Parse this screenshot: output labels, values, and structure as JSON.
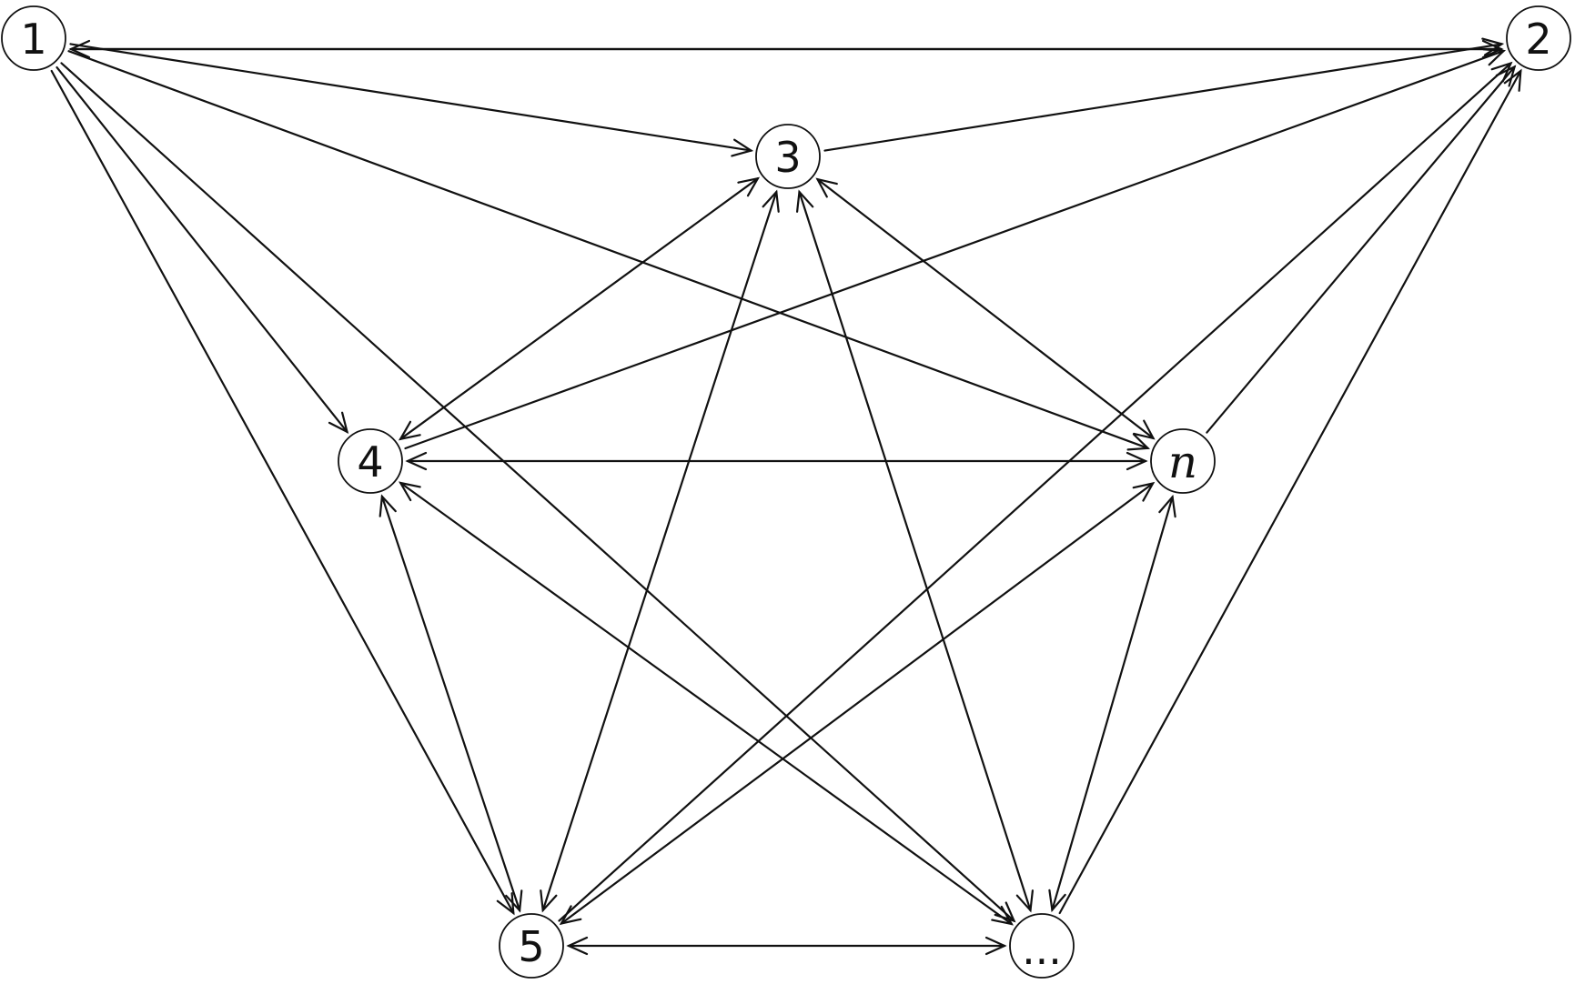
{
  "nodes": [
    {
      "id": "1",
      "label": "1",
      "italic": false
    },
    {
      "id": "2",
      "label": "2",
      "italic": false
    },
    {
      "id": "3",
      "label": "3",
      "italic": false
    },
    {
      "id": "4",
      "label": "4",
      "italic": false
    },
    {
      "id": "n",
      "label": "n",
      "italic": true
    },
    {
      "id": "5",
      "label": "5",
      "italic": false
    },
    {
      "id": "dots",
      "label": "...",
      "italic": false
    }
  ],
  "edges": [
    {
      "from": "2",
      "to": "1",
      "arrow": "end"
    },
    {
      "from": "1",
      "to": "2",
      "arrow": "end"
    },
    {
      "from": "1",
      "to": "3",
      "arrow": "end"
    },
    {
      "from": "1",
      "to": "4",
      "arrow": "end"
    },
    {
      "from": "1",
      "to": "n",
      "arrow": "end"
    },
    {
      "from": "1",
      "to": "5",
      "arrow": "end"
    },
    {
      "from": "1",
      "to": "dots",
      "arrow": "end"
    },
    {
      "from": "3",
      "to": "2",
      "arrow": "end"
    },
    {
      "from": "4",
      "to": "2",
      "arrow": "end"
    },
    {
      "from": "5",
      "to": "2",
      "arrow": "end"
    },
    {
      "from": "n",
      "to": "2",
      "arrow": "end"
    },
    {
      "from": "dots",
      "to": "2",
      "arrow": "end"
    },
    {
      "from": "3",
      "to": "4",
      "arrow": "both"
    },
    {
      "from": "3",
      "to": "5",
      "arrow": "both"
    },
    {
      "from": "3",
      "to": "dots",
      "arrow": "both"
    },
    {
      "from": "3",
      "to": "n",
      "arrow": "both"
    },
    {
      "from": "4",
      "to": "n",
      "arrow": "both"
    },
    {
      "from": "4",
      "to": "5",
      "arrow": "both"
    },
    {
      "from": "4",
      "to": "dots",
      "arrow": "both"
    },
    {
      "from": "5",
      "to": "n",
      "arrow": "both"
    },
    {
      "from": "dots",
      "to": "n",
      "arrow": "both"
    },
    {
      "from": "5",
      "to": "dots",
      "arrow": "both"
    }
  ]
}
